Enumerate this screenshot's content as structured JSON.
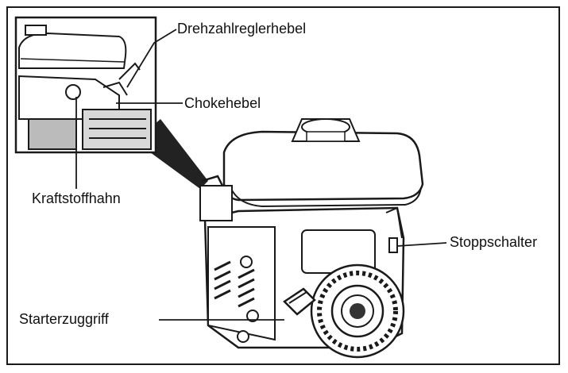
{
  "labels": {
    "speed_lever": "Drehzahlreglerhebel",
    "choke_lever": "Chokehebel",
    "fuel_valve": "Kraftstoffhahn",
    "stop_switch": "Stoppschalter",
    "starter_grip": "Starterzuggriff"
  },
  "colors": {
    "ink": "#1a1a1a",
    "paper": "#ffffff",
    "shade": "#2a2a2a"
  }
}
